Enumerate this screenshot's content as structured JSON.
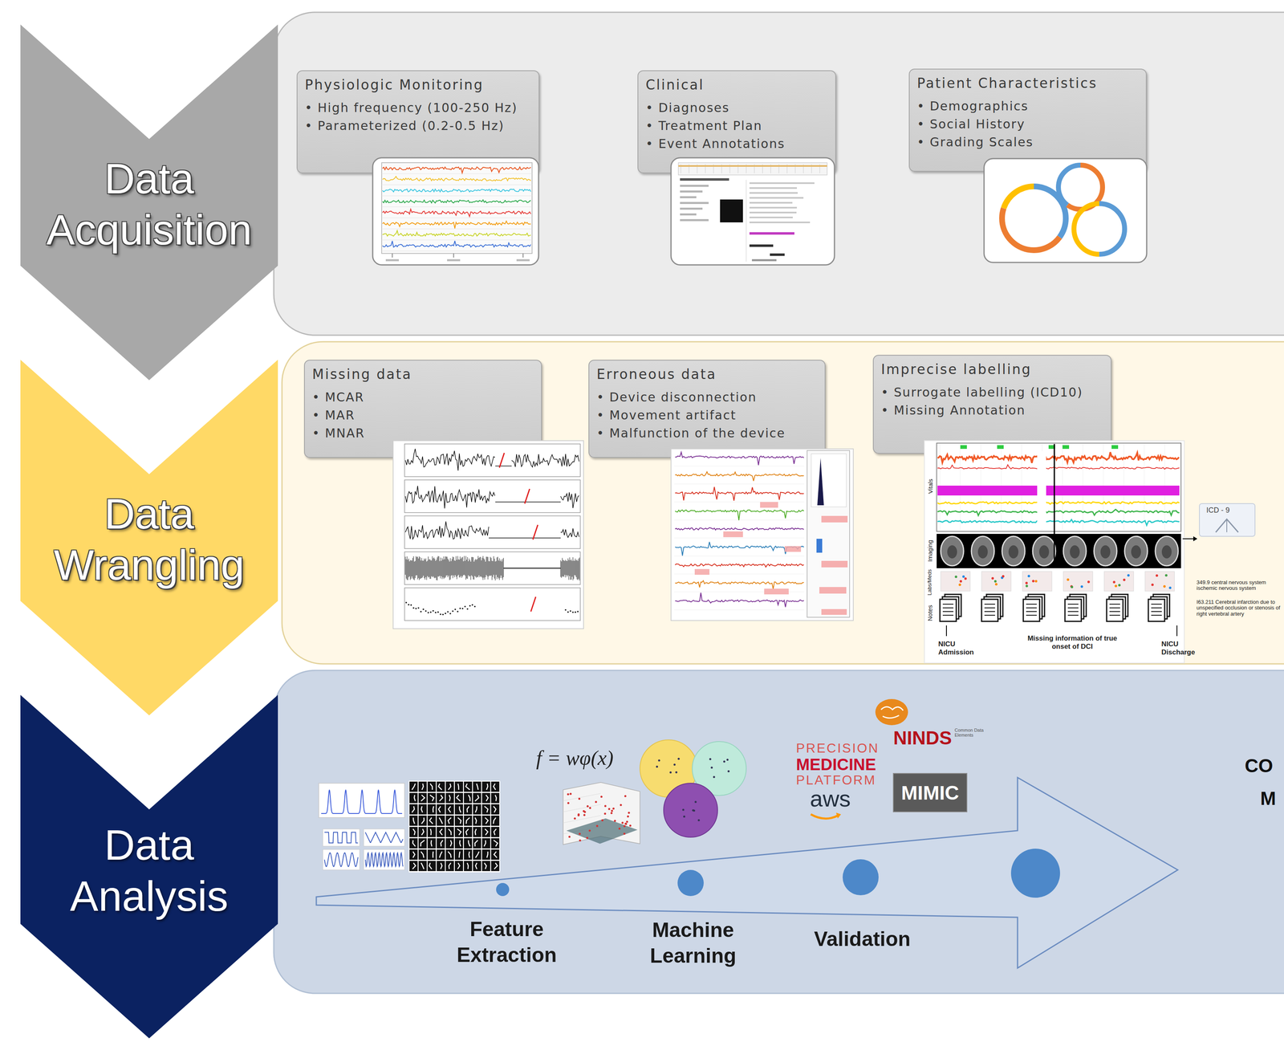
{
  "diagram": {
    "nodes": [
      {
        "text": [
          "Data Acquisition"
        ]
      },
      {
        "text": [
          "Physiologic Monitoring",
          "• High frequency (100-250 Hz)",
          "• Parameterized (0.2-0.5 Hz)"
        ]
      },
      {
        "text": [
          "Clinical",
          "• Diagnoses",
          "• Treatment Plan",
          "• Event Annotations"
        ]
      },
      {
        "text": [
          "Patient Characteristics",
          "• Demographics",
          "• Social History",
          "• Grading Scales"
        ]
      },
      {
        "text": [
          "Data Wrangling"
        ]
      },
      {
        "text": [
          "Missing data",
          "• MCAR",
          "• MAR",
          "• MNAR"
        ]
      },
      {
        "text": [
          "Erroneous data",
          "• Device disconnection",
          "• Movement artifact",
          "• Malfunction of the device"
        ]
      },
      {
        "text": [
          "Imprecise labelling",
          "• Surrogate labelling (ICD10)",
          "• Missing Annotation"
        ]
      },
      {
        "text": [
          "Data Analysis"
        ]
      }
    ],
    "labels": [
      "Vitals",
      "Imaging",
      "Labs/Meds",
      "Notes",
      "ICD - 9",
      "349.9 central nervous system ischemic nervous system",
      "I63.211 Cerebral infarction due to unspecified occlusion or stenosis of right vertebral artery",
      "NICU Admission",
      "Missing information of true onset of DCI",
      "NICU Discharge",
      "f = wφ(x)",
      "PRECISION",
      "MEDICINE",
      "PLATFORM",
      "aws",
      "NINDS",
      "Common Data Elements",
      "MIMIC",
      "Feature Extraction",
      "Machine Learning",
      "Validation",
      "CO",
      "M"
    ]
  }
}
